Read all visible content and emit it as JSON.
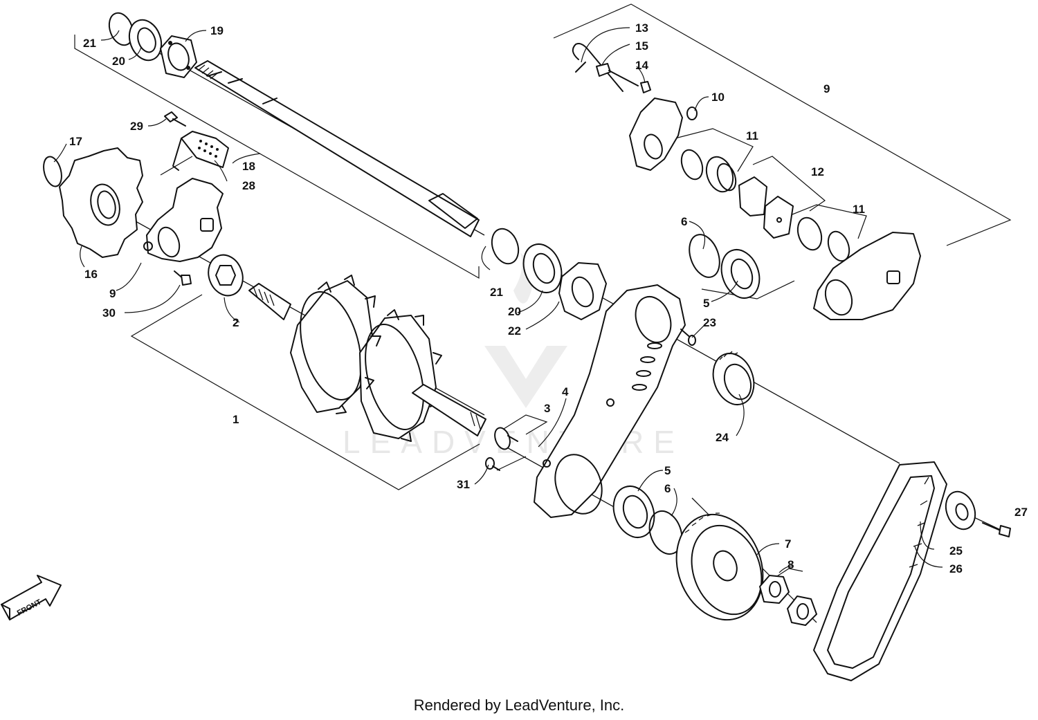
{
  "watermark": {
    "text": "LEADVENTURE"
  },
  "direction_arrow": {
    "label": "FRONT"
  },
  "footer": {
    "text": "Rendered by LeadVenture, Inc."
  },
  "callouts": [
    {
      "id": "c-21-top",
      "label": "21"
    },
    {
      "id": "c-20-top",
      "label": "20"
    },
    {
      "id": "c-19",
      "label": "19"
    },
    {
      "id": "c-29",
      "label": "29"
    },
    {
      "id": "c-17",
      "label": "17"
    },
    {
      "id": "c-18",
      "label": "18"
    },
    {
      "id": "c-28",
      "label": "28"
    },
    {
      "id": "c-16",
      "label": "16"
    },
    {
      "id": "c-9-left",
      "label": "9"
    },
    {
      "id": "c-30",
      "label": "30"
    },
    {
      "id": "c-2",
      "label": "2"
    },
    {
      "id": "c-1",
      "label": "1"
    },
    {
      "id": "c-21-mid",
      "label": "21"
    },
    {
      "id": "c-20-mid",
      "label": "20"
    },
    {
      "id": "c-22",
      "label": "22"
    },
    {
      "id": "c-4",
      "label": "4"
    },
    {
      "id": "c-3",
      "label": "3"
    },
    {
      "id": "c-31",
      "label": "31"
    },
    {
      "id": "c-13",
      "label": "13"
    },
    {
      "id": "c-15",
      "label": "15"
    },
    {
      "id": "c-14",
      "label": "14"
    },
    {
      "id": "c-10",
      "label": "10"
    },
    {
      "id": "c-9-right",
      "label": "9"
    },
    {
      "id": "c-11-top",
      "label": "11"
    },
    {
      "id": "c-12",
      "label": "12"
    },
    {
      "id": "c-11-bottom",
      "label": "11"
    },
    {
      "id": "c-6-top",
      "label": "6"
    },
    {
      "id": "c-5-top",
      "label": "5"
    },
    {
      "id": "c-23",
      "label": "23"
    },
    {
      "id": "c-24",
      "label": "24"
    },
    {
      "id": "c-5-bottom",
      "label": "5"
    },
    {
      "id": "c-6-bottom",
      "label": "6"
    },
    {
      "id": "c-7",
      "label": "7"
    },
    {
      "id": "c-8",
      "label": "8"
    },
    {
      "id": "c-27",
      "label": "27"
    },
    {
      "id": "c-25",
      "label": "25"
    },
    {
      "id": "c-26",
      "label": "26"
    }
  ]
}
